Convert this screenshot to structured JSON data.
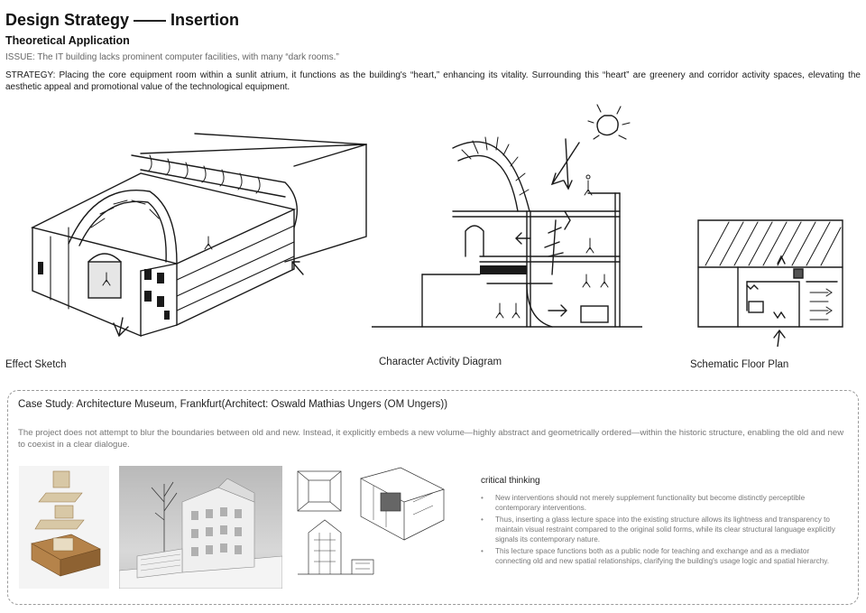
{
  "header": {
    "title": "Design Strategy —— Insertion",
    "subtitle": "Theoretical Application",
    "issue": "ISSUE: The IT building lacks prominent computer facilities, with many “dark rooms.”",
    "strategy": "STRATEGY:  Placing the core equipment room within a sunlit atrium, it functions as the building's  “heart,” enhancing its vitality. Surrounding this “heart”  are greenery and corridor activity spaces, elevating the aesthetic appeal and promotional value of the technological equipment."
  },
  "figures": {
    "effect_sketch": "Effect Sketch",
    "character_diagram": "Character Activity Diagram",
    "floor_plan": "Schematic Floor Plan"
  },
  "case_study": {
    "label": "Case Study",
    "separator": ":",
    "title": " Architecture Museum, Frankfurt(Architect: Oswald Mathias Ungers (OM Ungers))",
    "description": "The project does not attempt to blur the boundaries between old and new. Instead, it explicitly embeds a new volume—highly abstract and geometrically ordered—within the historic structure, enabling the old and new to coexist in a clear dialogue."
  },
  "critical_thinking": {
    "title": "critical thinking",
    "points": [
      "New interventions should not merely supplement functionality but become distinctly perceptible contemporary interventions.",
      "Thus, inserting a glass lecture space into the existing structure allows its lightness and transparency to maintain visual restraint compared to the original solid forms, while its clear structural language explicitly signals its contemporary nature.",
      "This lecture space functions both as a public node for teaching and exchange and as a mediator connecting old and new spatial relationships, clarifying the building's usage logic and spatial hierarchy."
    ]
  },
  "colors": {
    "text": "#1a1a1a",
    "muted": "#777777",
    "border": "#9a9a9a",
    "wood": "#b5834a"
  }
}
